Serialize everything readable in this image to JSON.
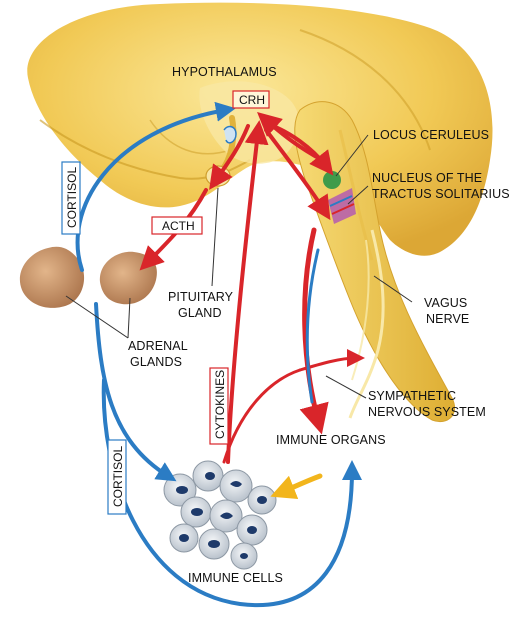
{
  "labels": {
    "hypothalamus": "HYPOTHALAMUS",
    "crh": "CRH",
    "locus_ceruleus": "LOCUS CERULEUS",
    "nucleus_line1": "NUCLEUS OF THE",
    "nucleus_line2": "TRACTUS SOLITARIUS",
    "acth": "ACTH",
    "cortisol_upper": "CORTISOL",
    "cortisol_lower": "CORTISOL",
    "pituitary_line1": "PITUITARY",
    "pituitary_line2": "GLAND",
    "vagus_line1": "VAGUS",
    "vagus_line2": "NERVE",
    "adrenal_line1": "ADRENAL",
    "adrenal_line2": "GLANDS",
    "cytokines": "CYTOKINES",
    "sympathetic_line1": "SYMPATHETIC",
    "sympathetic_line2": "NERVOUS SYSTEM",
    "immune_organs": "IMMUNE ORGANS",
    "immune_cells": "IMMUNE CELLS"
  },
  "colors": {
    "brain_light": "#f7d77a",
    "brain_mid": "#ecb83e",
    "brain_dark": "#c99a22",
    "stem": "#f0cc52",
    "adrenal": "#c99467",
    "red_arrow": "#d9252a",
    "blue_arrow": "#2b7cc4",
    "box_red": "#d9252a",
    "box_blue": "#2b7cc4",
    "locus": "#3f9b4a"
  }
}
